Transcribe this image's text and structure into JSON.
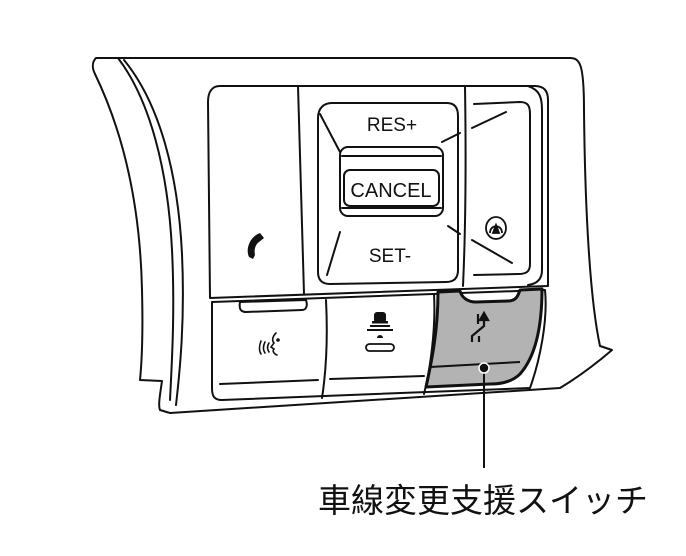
{
  "diagram": {
    "type": "steering-wheel-switch-illustration",
    "buttons": {
      "res_plus": "RES+",
      "cancel": "CANCEL",
      "set_minus": "SET-"
    },
    "icons": {
      "phone": "phone-icon",
      "adaptive_cruise": "adaptive-cruise-icon",
      "voice": "voice-command-icon",
      "distance": "following-distance-icon",
      "lane_change": "lane-change-assist-icon"
    },
    "highlighted_button": "lane_change",
    "colors": {
      "outline": "#111111",
      "highlight_fill": "#b3b3b3",
      "background": "#ffffff"
    },
    "callout_label": "車線変更支援スイッチ"
  }
}
